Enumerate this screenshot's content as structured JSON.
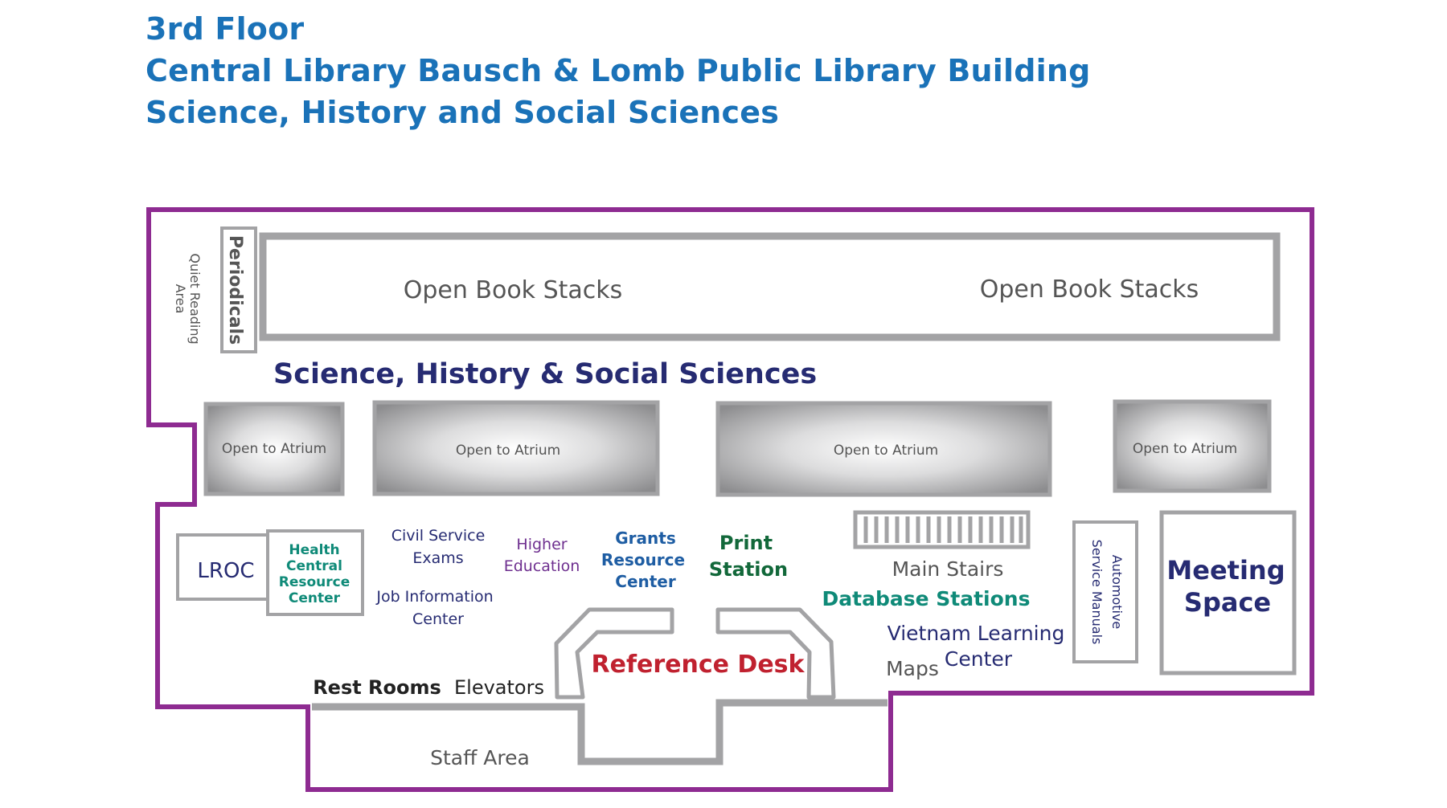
{
  "header": {
    "floor": "3rd Floor",
    "building": "Central Library Bausch & Lomb Public Library Building",
    "division": "Science, History and Social Sciences"
  },
  "map": {
    "stacks": [
      "Open Book Stacks",
      "Open Book Stacks"
    ],
    "periodicals": "Periodicals",
    "quiet_reading": [
      "Quiet Reading",
      "Area"
    ],
    "section_heading": "Science, History & Social Sciences",
    "atrium": [
      "Open to Atrium",
      "Open to Atrium",
      "Open to Atrium",
      "Open to Atrium"
    ],
    "lroc": "LROC",
    "health": [
      "Health",
      "Central",
      "Resource",
      "Center"
    ],
    "civil_service": [
      "Civil Service",
      "Exams"
    ],
    "job_info": [
      "Job Information",
      "Center"
    ],
    "higher_ed": [
      "Higher",
      "Education"
    ],
    "grants": [
      "Grants",
      "Resource",
      "Center"
    ],
    "print_station": [
      "Print",
      "Station"
    ],
    "main_stairs": "Main Stairs",
    "database_stations": "Database Stations",
    "vietnam": [
      "Vietnam Learning",
      "Center"
    ],
    "maps": "Maps",
    "auto_manuals": [
      "Automotive",
      "Service Manuals"
    ],
    "meeting": [
      "Meeting",
      "Space"
    ],
    "reference_desk": "Reference Desk",
    "rest_rooms": "Rest Rooms",
    "elevators": "Elevators",
    "staff_area": "Staff Area"
  },
  "colors": {
    "title": "#1a72b8",
    "outline": "#8e2b91",
    "wall": "#a3a3a5",
    "navy": "#262b72",
    "teal": "#0f8a78",
    "purple": "#6e2f8f",
    "blue": "#1e5da3",
    "green": "#12683a",
    "red": "#c0212f",
    "gray_text": "#555555"
  }
}
